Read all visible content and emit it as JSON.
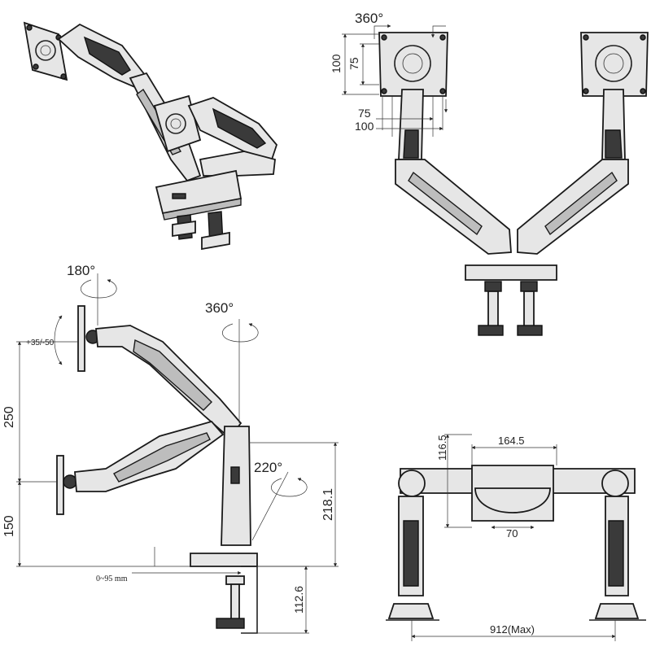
{
  "labels": {
    "rot_360_top": "360°",
    "vesa_100_v": "100",
    "vesa_75_v": "75",
    "vesa_75_h": "75",
    "vesa_100_h": "100",
    "rot_180": "180°",
    "rot_360_side": "360°",
    "tilt": "+35/-50",
    "rot_220": "220°",
    "height_250": "250",
    "height_150": "150",
    "height_2181": "218.1",
    "clamp_range": "0~95 mm",
    "clamp_1126": "112.6",
    "dim_1165": "116.5",
    "dim_1645": "164.5",
    "dim_70": "70",
    "span_912": "912(Max)"
  },
  "colors": {
    "line": "#222222",
    "fill": "#e6e6e6",
    "dark": "#3a3a3a"
  }
}
